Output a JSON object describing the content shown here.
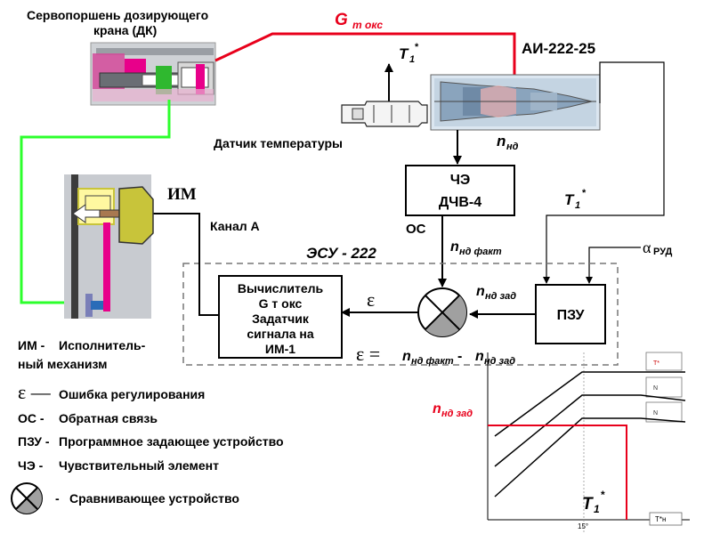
{
  "labels": {
    "servo_title_1": "Сервопоршень дозирующего",
    "servo_title_2": "крана (ДК)",
    "g_fuel": "G",
    "g_fuel_sub": "т окс",
    "t1": "T",
    "t1_sub": "1",
    "t1_star": "*",
    "engine": "АИ-222-25",
    "temp_sensor": "Датчик температуры",
    "n_nd": "n",
    "n_nd_sub": "нд",
    "che_1": "ЧЭ",
    "che_2": "ДЧВ-4",
    "os": "ОС",
    "n_fact": "n",
    "n_fact_sub": "нд факт",
    "im": "ИМ",
    "channel_a": "Канал А",
    "esu": "ЭСУ - 222",
    "t1_right": "T",
    "t1_right_sub": "1",
    "t1_right_star": "*",
    "alpha": "α",
    "alpha_sub": "РУД",
    "calc_1": "Вычислитель",
    "calc_2": "G т окс",
    "calc_3": "Задатчик",
    "calc_4": "сигнала на",
    "calc_5": "ИМ-1",
    "epsilon": "ε",
    "n_zad": "n",
    "n_zad_sub": "нд зад",
    "pzu": "ПЗУ",
    "eq_eps": "ε =",
    "eq_n1": "n",
    "eq_n1_sub": "нд факт",
    "eq_minus": " - ",
    "eq_n2": "n",
    "eq_n2_sub": "нд зад",
    "graph_n_zad": "n",
    "graph_n_zad_sub": "нд зад",
    "graph_t1": "T",
    "graph_t1_sub": "1",
    "graph_t1_star": "*"
  },
  "legend": [
    {
      "key": "ИМ -",
      "text": "Исполнитель-",
      "text2": "ный механизм"
    },
    {
      "key": "ε —",
      "text": "Ошибка регулирования"
    },
    {
      "key": "ОС -",
      "text": "Обратная связь"
    },
    {
      "key": "ПЗУ -",
      "text": "Программное задающее устройство"
    },
    {
      "key": "ЧЭ -",
      "text": "Чувствительный элемент"
    },
    {
      "key": "-",
      "text": "Сравнивающее устройство"
    }
  ],
  "graph": {
    "x_tick": "15°",
    "x_axis_label": "T*н",
    "curve_labels": [
      "T*",
      "N",
      "N"
    ]
  },
  "colors": {
    "red_line": "#e8001b",
    "green_line": "#2cff2c",
    "pink_hydraulic": "#e8008a",
    "yellow": "#fff8a0",
    "olive": "#c8c43a"
  }
}
